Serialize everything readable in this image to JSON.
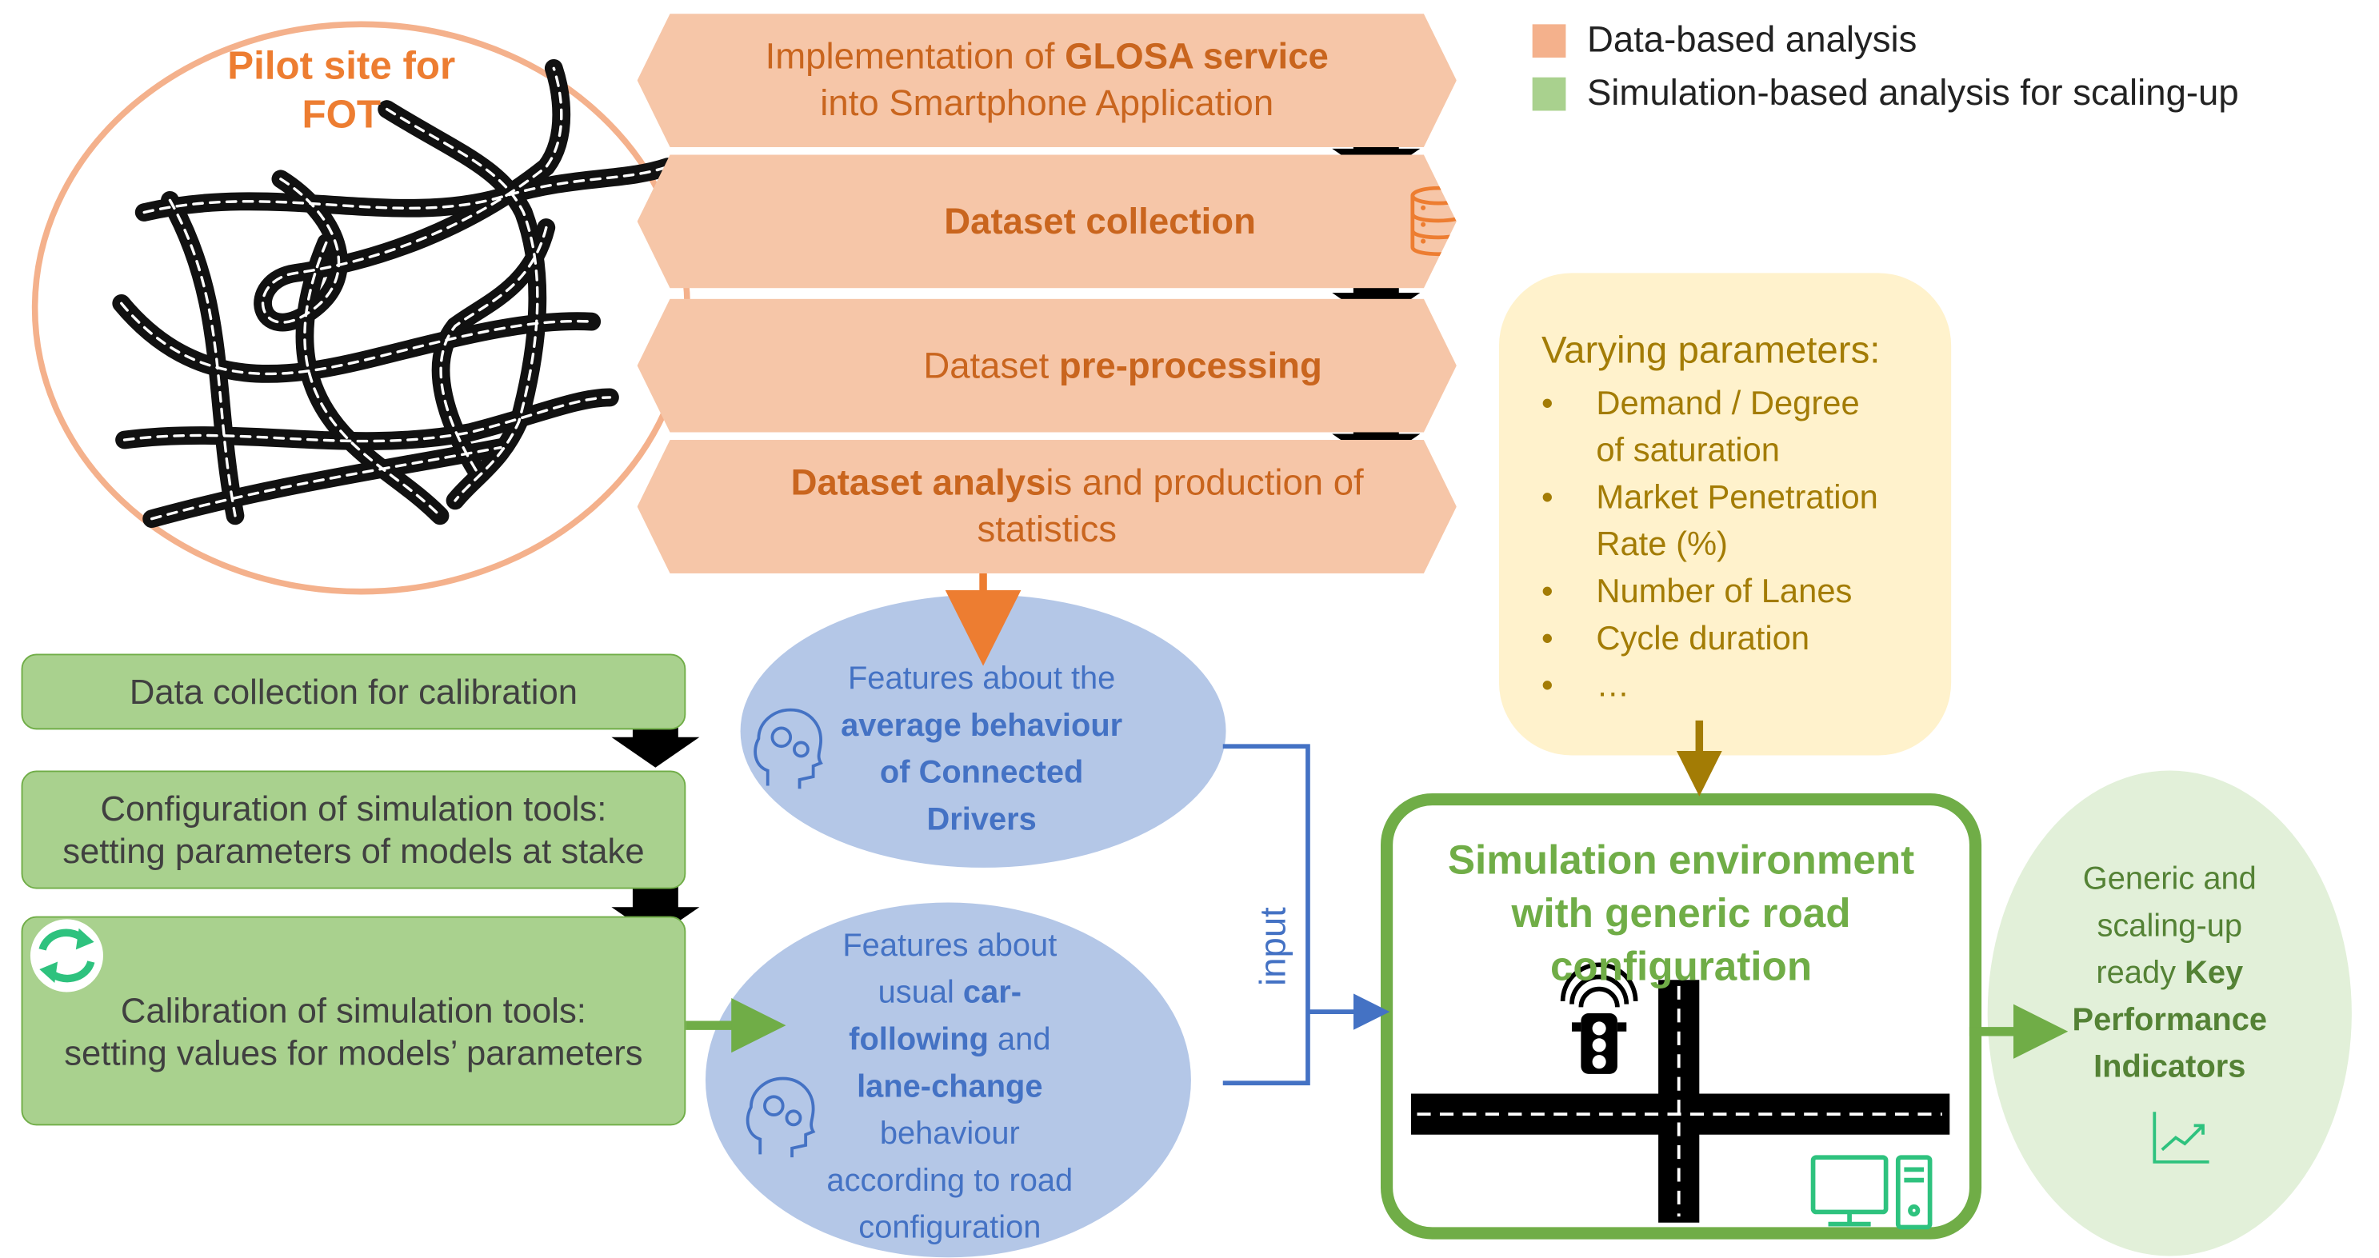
{
  "legend": {
    "items": [
      {
        "label": "Data-based analysis",
        "color": "#f4b18c"
      },
      {
        "label": "Simulation-based analysis for scaling-up",
        "color": "#a9d18e"
      }
    ]
  },
  "pilot": {
    "line1": "Pilot site for",
    "line2": "FOT",
    "icon": "road-network-icon"
  },
  "data_steps": {
    "step1": {
      "pre": "Implementation of ",
      "bold": "GLOSA service",
      "line2": "into Smartphone Application"
    },
    "step2": {
      "bold": "Dataset collection",
      "icon": "database-icon"
    },
    "step3": {
      "pre": "Dataset ",
      "bold": "pre-processing",
      "icon": "speedometer-icon"
    },
    "step4": {
      "bold": "Dataset analys",
      "rest": "is and production of",
      "line2": "statistics",
      "icon": "bar-chart-icon"
    }
  },
  "sim_steps": {
    "step1": {
      "label": "Data collection for calibration"
    },
    "step2": {
      "line1": "Configuration of simulation tools:",
      "line2": "setting parameters of models at stake"
    },
    "step3": {
      "line1": "Calibration of simulation tools:",
      "line2": "setting values for models’ parameters",
      "icon": "refresh-icon"
    }
  },
  "features_avg": {
    "line1": "Features about the",
    "bold1": "average behaviour",
    "bold2": "of Connected",
    "bold3": "Drivers",
    "icon": "head-gears-icon"
  },
  "features_usual": {
    "l1": "Features about",
    "l2a": "usual ",
    "l2b": "car-",
    "l3a": "following",
    "l3b": " and",
    "l4": "lane-change",
    "l5": "behaviour",
    "l6": "according to road",
    "l7": "configuration",
    "icon": "head-gears-icon"
  },
  "input_label": "input",
  "varying": {
    "title": "Varying parameters:",
    "items": [
      "Demand / Degree",
      "of saturation",
      "Market Penetration",
      "Rate (%)",
      "Number of Lanes",
      "Cycle duration",
      "…"
    ]
  },
  "simenv": {
    "line1": "Simulation environment",
    "line2": "with generic road",
    "line3": "configuration",
    "icons": [
      "traffic-light-icon",
      "intersection-icon",
      "computer-icon"
    ]
  },
  "kpi": {
    "line1": "Generic and",
    "line2": "scaling-up",
    "line3a": "ready ",
    "line3b": "Key",
    "line4": "Performance",
    "line5": "Indicators",
    "icon": "trend-chart-icon"
  },
  "colors": {
    "orange_fill": "#f6c6a8",
    "orange_text": "#c9651e",
    "green_fill": "#a9d18e",
    "green_border": "#70ad47",
    "blue_fill": "#b4c7e7",
    "blue_text": "#4472c4",
    "yellow_fill": "#fff2cc",
    "gold_text": "#a37c05",
    "kpi_fill": "#e2f0d9"
  }
}
